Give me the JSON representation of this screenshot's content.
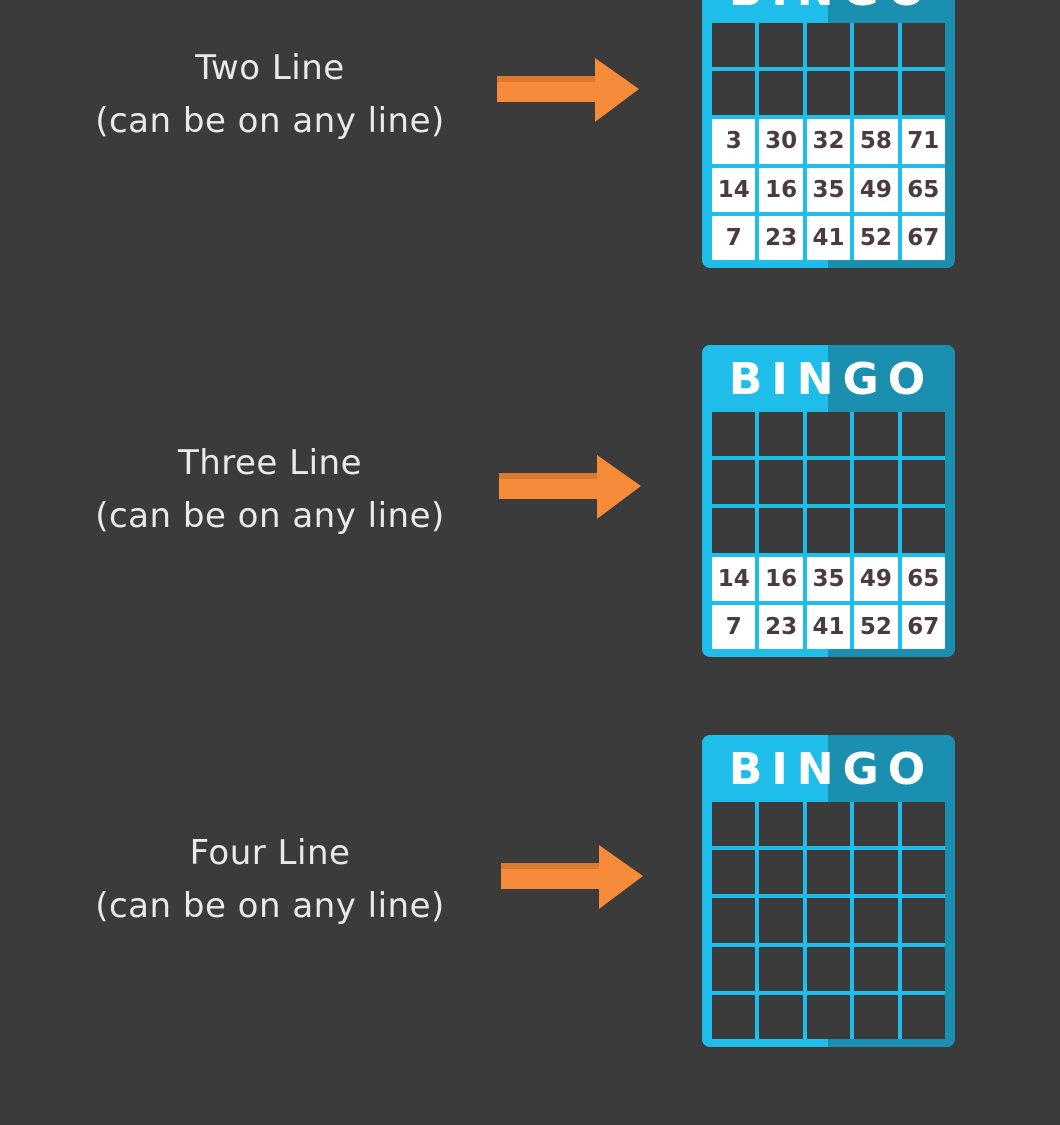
{
  "colors": {
    "background": "#3c3b3c",
    "card_light": "#1fbde9",
    "card_dark": "#1a8fb0",
    "arrow": "#f68b3a",
    "number": "#4b3a42"
  },
  "sections": [
    {
      "title": "Two Line",
      "subtitle": "(can be on any line)",
      "card_title": "BINGO",
      "rows": [
        [
          null,
          null,
          null,
          null,
          null
        ],
        [
          null,
          null,
          null,
          null,
          null
        ],
        [
          3,
          30,
          32,
          58,
          71
        ],
        [
          14,
          16,
          35,
          49,
          65
        ],
        [
          7,
          23,
          41,
          52,
          67
        ]
      ]
    },
    {
      "title": "Three Line",
      "subtitle": "(can be on any line)",
      "card_title": "BINGO",
      "rows": [
        [
          null,
          null,
          null,
          null,
          null
        ],
        [
          null,
          null,
          null,
          null,
          null
        ],
        [
          null,
          null,
          null,
          null,
          null
        ],
        [
          14,
          16,
          35,
          49,
          65
        ],
        [
          7,
          23,
          41,
          52,
          67
        ]
      ]
    },
    {
      "title": "Four Line",
      "subtitle": "(can be on any line)",
      "card_title": "BINGO",
      "rows": [
        [
          null,
          null,
          null,
          null,
          null
        ],
        [
          null,
          null,
          null,
          null,
          null
        ]
      ]
    }
  ]
}
